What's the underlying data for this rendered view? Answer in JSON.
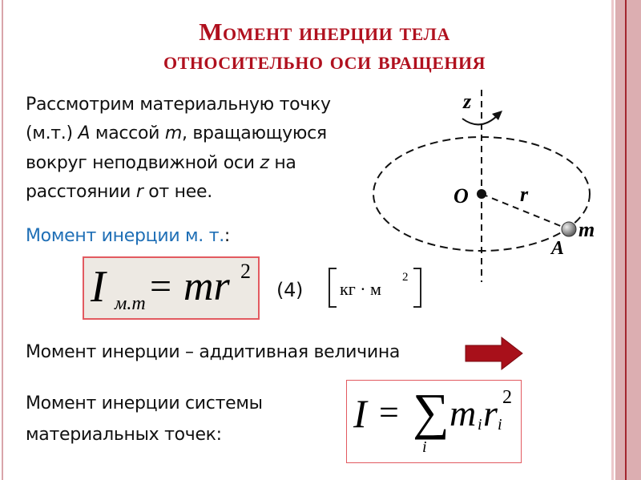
{
  "title": {
    "line1": "Момент инерции тела",
    "line2": "относительно оси вращения"
  },
  "intro": {
    "line1": "Рассмотрим материальную точку",
    "line2_a": "(м.т.) ",
    "line2_A": "A",
    "line2_b": " массой ",
    "line2_m": "m",
    "line2_c": ", вращающуюся",
    "line3_a": "вокруг неподвижной оси ",
    "line3_z": "z",
    "line3_b": " на",
    "line4_a": "расстоянии ",
    "line4_r": "r",
    "line4_b": " от нее."
  },
  "definition_label": "Момент инерции м. т.",
  "definition_colon": ":",
  "formula1": {
    "I": "I",
    "sub": "м.т",
    "eq": "=",
    "rhs": "mr",
    "exp": "2"
  },
  "equation_number": "(4)",
  "units": {
    "text": "кг · м",
    "exp": "2"
  },
  "additive_text": "Момент инерции – аддитивная величина",
  "system_text": {
    "line1": "Момент инерции системы",
    "line2": "материальных точек:"
  },
  "formula2": {
    "I": "I",
    "eq": "=",
    "sum": "∑",
    "index": "i",
    "m": "m",
    "mi": "i",
    "r": "r",
    "ri": "i",
    "exp": "2"
  },
  "diagram": {
    "z": "z",
    "O": "O",
    "r": "r",
    "m": "m",
    "A": "A"
  },
  "colors": {
    "title": "#b0101e",
    "accent_blue": "#1f6fb6",
    "arrow": "#a8101a",
    "box_border": "#e25a60",
    "box_fill": "#ede9e3"
  }
}
